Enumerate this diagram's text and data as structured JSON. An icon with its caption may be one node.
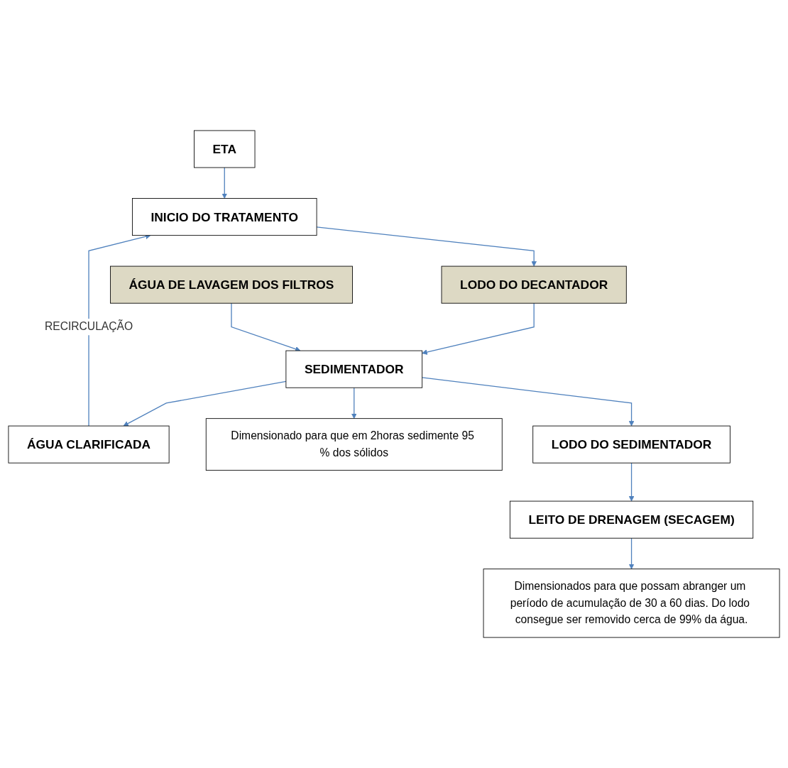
{
  "diagram": {
    "nodes": [
      {
        "text": [
          "ETA"
        ]
      },
      {
        "text": [
          "INICIO DO TRATAMENTO"
        ]
      },
      {
        "text": [
          "ÁGUA CLARIFICADA"
        ]
      },
      {
        "text": [
          "LODO DO DECANTADOR"
        ]
      },
      {
        "text": [
          "SEDIMENTADOR"
        ]
      },
      {
        "text": [
          "Dimensionado para que em 2horas sedimente 95 % dos sólidos"
        ]
      },
      {
        "text": [
          "ÁGUA DE LAVAGEM DOS FILTROS"
        ]
      },
      {
        "text": [
          "LODO DO SEDIMENTADOR"
        ]
      },
      {
        "text": [
          "LEITO DE DRENAGEM (SECAGEM)"
        ]
      },
      {
        "text": [
          "Dimensionados para que possam abranger um período de acumulação de 30 a 60 dias. Do lodo consegue ser removido cerca de 99% da água."
        ]
      }
    ],
    "edges": [
      {
        "from": 0,
        "to": 1,
        "arrow": "to"
      },
      {
        "from": 2,
        "to": 1,
        "arrow": "to",
        "label": "RECIRCULAÇÃO"
      },
      {
        "from": 1,
        "to": 3,
        "arrow": "to"
      },
      {
        "from": 3,
        "to": 4,
        "arrow": "to"
      },
      {
        "from": 4,
        "to": 2,
        "arrow": "to"
      },
      {
        "from": 6,
        "to": 4,
        "arrow": "to"
      },
      {
        "from": 4,
        "to": 5,
        "arrow": "to"
      },
      {
        "from": 4,
        "to": 7,
        "arrow": "to"
      },
      {
        "from": 7,
        "to": 8,
        "arrow": "to"
      },
      {
        "from": 8,
        "to": 9,
        "arrow": "to"
      }
    ]
  }
}
